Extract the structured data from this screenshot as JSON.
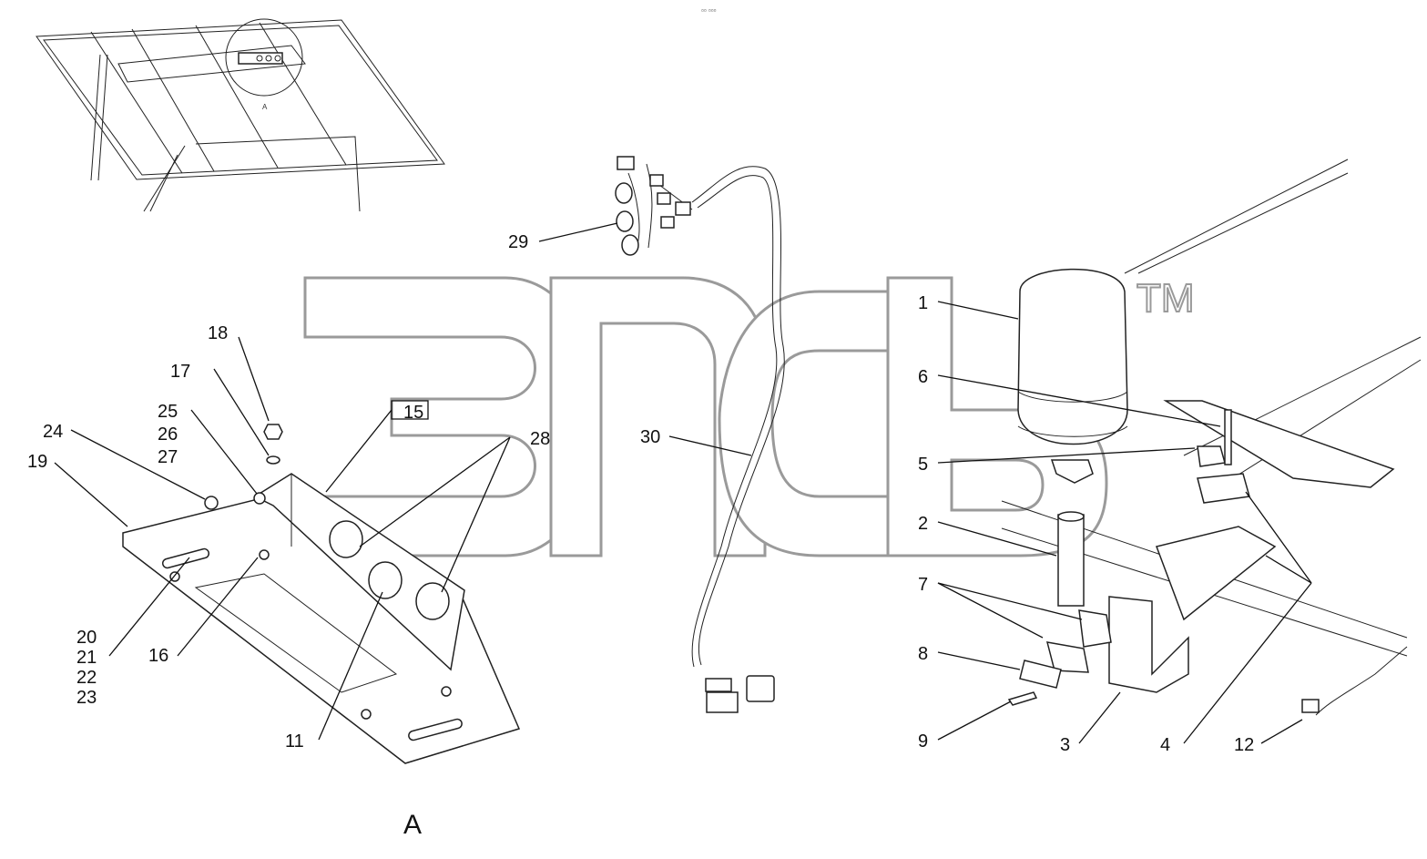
{
  "watermark": {
    "text": "эпсб",
    "trademark": "TM"
  },
  "view_label": "A",
  "detail_marker": "A",
  "ruler_glyph": "▫▫ ▫▫▫",
  "part_labels": {
    "p1": "1",
    "p2": "2",
    "p3": "3",
    "p4": "4",
    "p5": "5",
    "p6": "6",
    "p7": "7",
    "p8": "8",
    "p9": "9",
    "p11": "11",
    "p12": "12",
    "p15": "15",
    "p16": "16",
    "p17": "17",
    "p18": "18",
    "p19": "19",
    "p20": "20",
    "p21": "21",
    "p22": "22",
    "p23": "23",
    "p24": "24",
    "p25": "25",
    "p26": "26",
    "p27": "27",
    "p28": "28",
    "p29": "29",
    "p30": "30"
  }
}
